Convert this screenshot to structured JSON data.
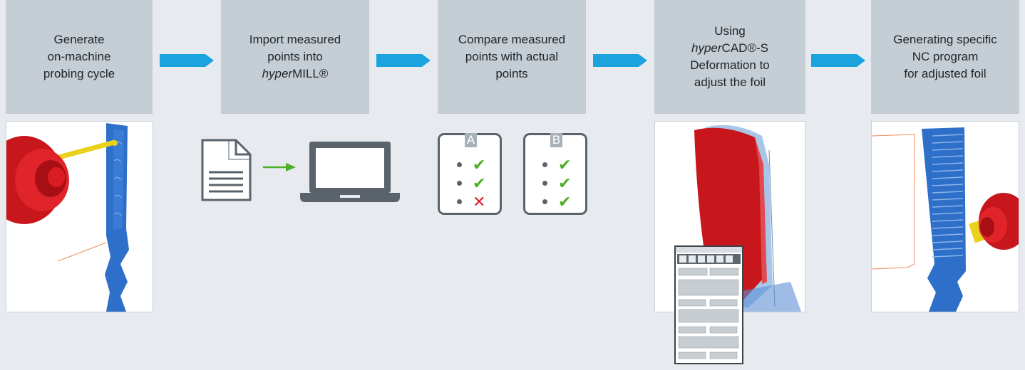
{
  "steps": [
    {
      "line1": "Generate",
      "line2": "on-machine",
      "line3": "probing cycle"
    },
    {
      "line1": "Import measured",
      "line2": "points into",
      "line3_italic": "hyper",
      "line3_rest": "MILL®"
    },
    {
      "line1": "Compare measured",
      "line2": "points with actual",
      "line3": "points"
    },
    {
      "line1": "Using",
      "line2_italic": "hyper",
      "line2_rest": "CAD®-S",
      "line3": "Deformation to",
      "line4": "adjust the foil"
    },
    {
      "line1": "Generating specific",
      "line2": "NC program",
      "line3": "for adjusted foil"
    }
  ],
  "checklists": [
    {
      "letter": "A",
      "marks": [
        "✔",
        "✔",
        "✕"
      ]
    },
    {
      "letter": "B",
      "marks": [
        "✔",
        "✔",
        "✔"
      ]
    }
  ],
  "colors": {
    "arrow": "#1aa3dd",
    "box": "#c5ced4",
    "background": "#e7ebef",
    "icon_gray": "#5a636b",
    "check_green": "#4caf28",
    "cross_red": "#d8222f",
    "blade_blue": "#2e6fc9",
    "spindle_red": "#c8161d",
    "probe_yellow": "#e8d21c"
  },
  "icons": [
    "document-icon",
    "green-arrow-icon",
    "laptop-icon",
    "checklist-icon"
  ]
}
